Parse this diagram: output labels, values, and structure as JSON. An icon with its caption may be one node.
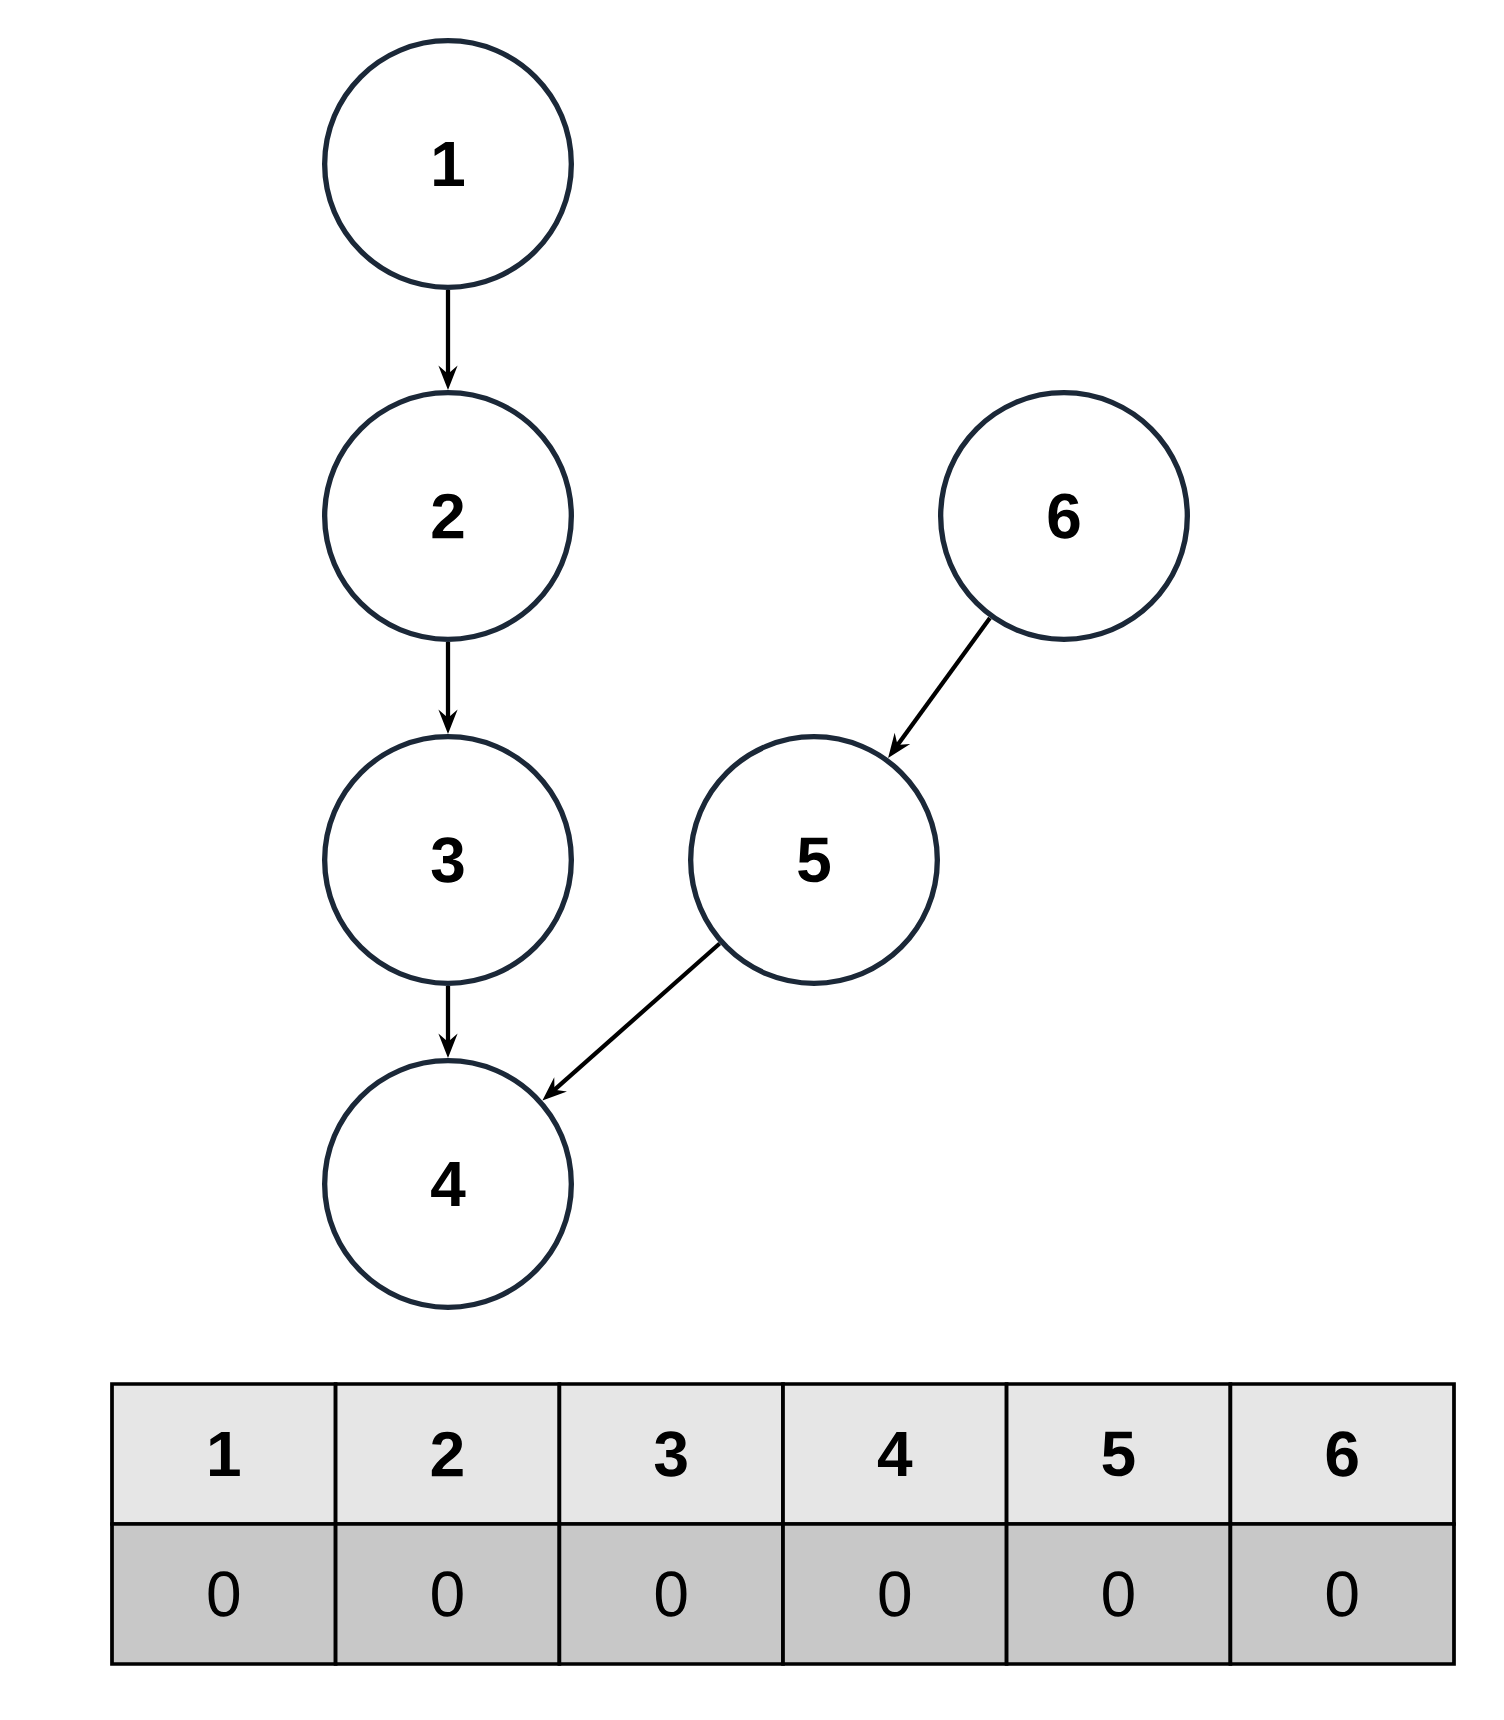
{
  "diagram": {
    "nodes": [
      {
        "text": [
          "1"
        ]
      },
      {
        "text": [
          "2"
        ]
      },
      {
        "text": [
          "6"
        ]
      },
      {
        "text": [
          "3"
        ]
      },
      {
        "text": [
          "5"
        ]
      },
      {
        "text": [
          "4"
        ]
      }
    ],
    "edges": [
      {
        "from": 0,
        "to": 1,
        "arrow": "to"
      },
      {
        "from": 1,
        "to": 3,
        "arrow": "to"
      },
      {
        "from": 3,
        "to": 5,
        "arrow": "to"
      },
      {
        "from": 2,
        "to": 4,
        "arrow": "to"
      },
      {
        "from": 4,
        "to": 5,
        "arrow": "to"
      }
    ],
    "labels": [
      "1",
      "2",
      "3",
      "4",
      "5",
      "6",
      "0",
      "0",
      "0",
      "0",
      "0",
      "0"
    ]
  }
}
